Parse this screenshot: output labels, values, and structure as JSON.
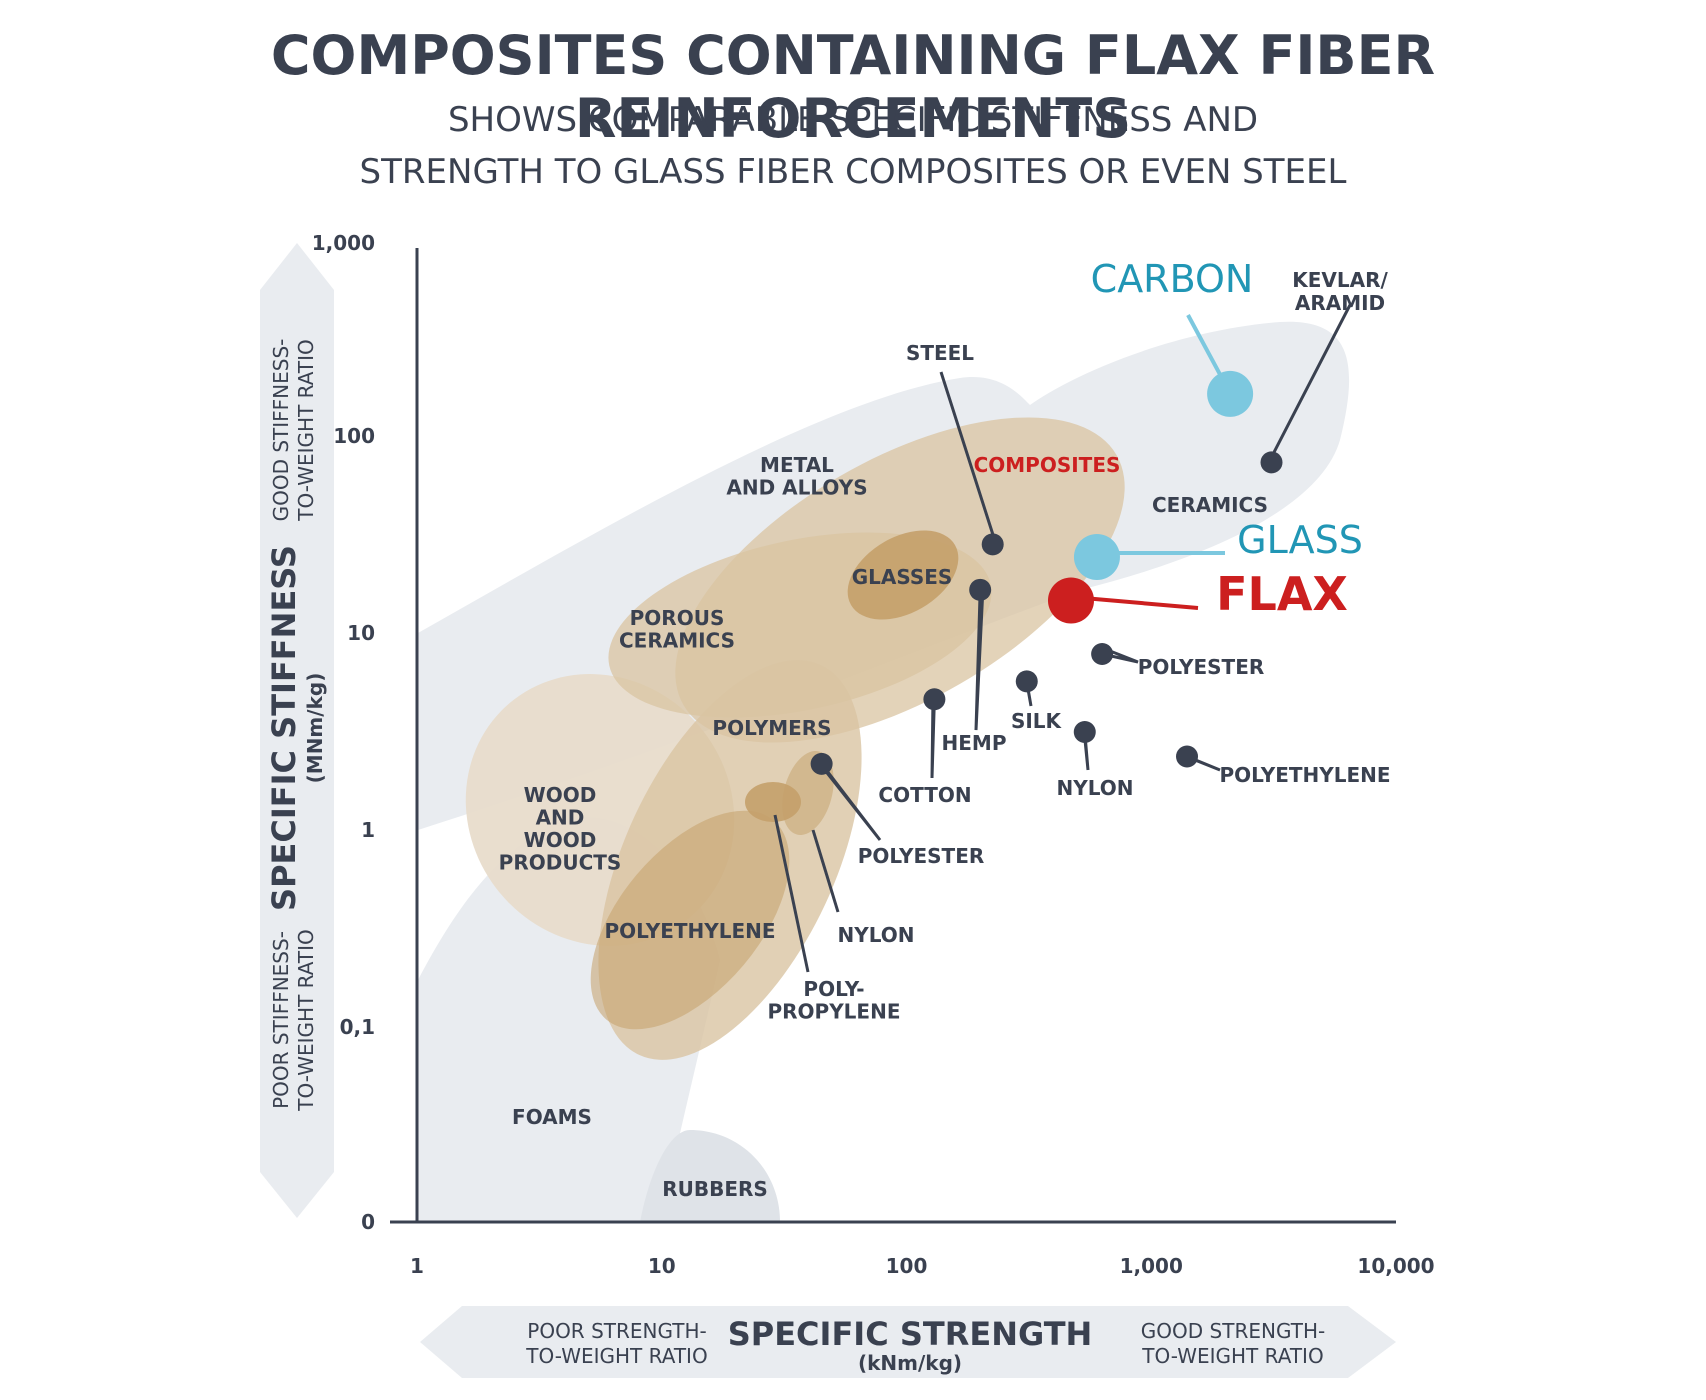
{
  "title": "COMPOSITES CONTAINING FLAX FIBER REINFORCEMENTS",
  "subtitle_line1": "SHOWS COMPARABLE SPECIFIC STIFFNESS AND",
  "subtitle_line2": "STRENGTH TO GLASS FIBER COMPOSITES OR EVEN STEEL",
  "colors": {
    "text": "#3a4150",
    "carbon_glass": "#7cc8df",
    "carbon_glass_label": "#2196b5",
    "flax": "#cc1f1f",
    "composites_label": "#cc1f1f",
    "region_gray": "#e9ecf0",
    "region_tan": "#d9c4a2",
    "region_dark_tan": "#c4a06a"
  },
  "chart_data": {
    "type": "scatter",
    "x_scale": "log",
    "y_scale": "log",
    "xlim": [
      1,
      10000
    ],
    "ylim": [
      0,
      1000
    ],
    "xlabel": "SPECIFIC STRENGTH",
    "xlabel_unit": "(kNm/kg)",
    "ylabel": "SPECIFIC STIFFNESS",
    "ylabel_unit": "(MNm/kg)",
    "x_ticks": [
      "1",
      "10",
      "100",
      "1,000",
      "10,000"
    ],
    "y_ticks": [
      "0",
      "0,1",
      "1",
      "10",
      "100",
      "1,000"
    ],
    "x_arrow_left": [
      "POOR STRENGTH-",
      "TO-WEIGHT RATIO"
    ],
    "x_arrow_right": [
      "GOOD  STRENGTH-",
      "TO-WEIGHT RATIO"
    ],
    "y_arrow_top": [
      "GOOD STIFFNESS-",
      "TO-WEIGHT RATIO"
    ],
    "y_arrow_bottom": [
      "POOR STIFFNESS-",
      "TO-WEIGHT RATIO"
    ],
    "regions": [
      {
        "label": [
          "METAL",
          "AND ALLOYS"
        ]
      },
      {
        "label": [
          "CERAMICS"
        ]
      },
      {
        "label": [
          "COMPOSITES"
        ]
      },
      {
        "label": [
          "GLASSES"
        ]
      },
      {
        "label": [
          "POROUS",
          "CERAMICS"
        ]
      },
      {
        "label": [
          "POLYMERS"
        ]
      },
      {
        "label": [
          "WOOD",
          "AND",
          "WOOD",
          "PRODUCTS"
        ]
      },
      {
        "label": [
          "POLYETHYLENE"
        ]
      },
      {
        "label": [
          "NYLON"
        ]
      },
      {
        "label": [
          "POLY-",
          "PROPYLENE"
        ]
      },
      {
        "label": [
          "FOAMS"
        ]
      },
      {
        "label": [
          "RUBBERS"
        ]
      }
    ],
    "points": [
      {
        "name": "CARBON",
        "x": 2100,
        "y": 170,
        "highlight": "carbon"
      },
      {
        "name": "KEVLAR/ ARAMID",
        "x": 3100,
        "y": 76
      },
      {
        "name": "STEEL",
        "x": 225,
        "y": 29
      },
      {
        "name": "GLASS",
        "x": 600,
        "y": 25,
        "highlight": "glass"
      },
      {
        "name": "FLAX",
        "x": 470,
        "y": 15,
        "highlight": "flax"
      },
      {
        "name": "HEMP",
        "x": 200,
        "y": 17
      },
      {
        "name": "POLYESTER",
        "x": 630,
        "y": 8
      },
      {
        "name": "SILK",
        "x": 310,
        "y": 5.8
      },
      {
        "name": "COTTON",
        "x": 130,
        "y": 4.7
      },
      {
        "name": "NYLON",
        "x": 535,
        "y": 3.2
      },
      {
        "name": "POLYETHYLENE",
        "x": 1400,
        "y": 2.4
      },
      {
        "name": "POLYESTER",
        "x": 45,
        "y": 2.2
      }
    ]
  }
}
